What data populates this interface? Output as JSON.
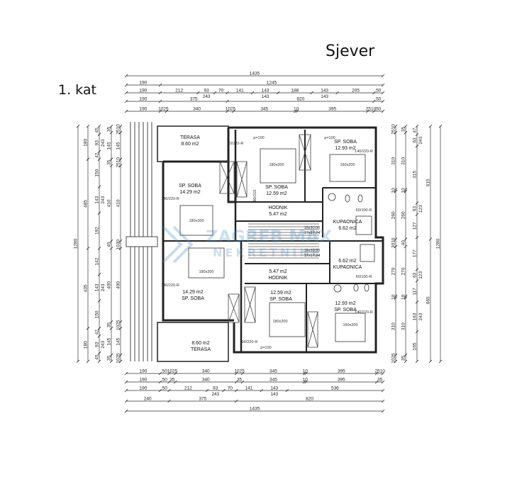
{
  "header": {
    "north_label": "Sjever",
    "floor_label": "1. kat"
  },
  "watermark": {
    "line1": "ZAGREB MAX",
    "line2": "NEKRETNINE"
  },
  "rooms": {
    "terasa_top": {
      "name": "TERASA",
      "area": "8.60 m2"
    },
    "soba_left_top": {
      "name": "SP. SOBA",
      "area": "14.29 m2",
      "bed": "180x200",
      "door": "90/220-R"
    },
    "soba_mid_top": {
      "name": "SP. SOBA",
      "area": "12.59 m2",
      "bed": "180x200",
      "door": "80/210"
    },
    "soba_right_top": {
      "name": "SP. SOBA",
      "area": "12.93 m2",
      "bed": "160x200",
      "door": "140/220-R"
    },
    "hodnik_top": {
      "name": "HODNIK",
      "area": "5.47 m2"
    },
    "kupaonica_top": {
      "name": "KUPAONICA",
      "area": "6.62 m2",
      "window": "60/100-R"
    },
    "stairs": {
      "line1": "16x30.00",
      "line2": "17x17.24"
    },
    "hodnik_bottom": {
      "name": "HODNIK",
      "area": "5.47 m2"
    },
    "kupaonica_bottom": {
      "name": "KUPAONICA",
      "area": "6.62 m2",
      "window": "60/100-R"
    },
    "soba_left_bottom": {
      "name": "SP. SOBA",
      "area": "14.29 m2",
      "bed": "180x200",
      "door": "140/220-R"
    },
    "soba_mid_bottom": {
      "name": "SP. SOBA",
      "area": "12.59 m2",
      "bed": "180x200"
    },
    "soba_right_bottom": {
      "name": "SP. SOBA",
      "area": "12.93 m2",
      "bed": "160x200",
      "door": "140/220-R"
    },
    "terasa_bottom": {
      "name": "TERASA",
      "area": "8.60 m2",
      "door": "90/220-R"
    },
    "parapet": "p=100"
  },
  "dimensions": {
    "top": [
      [
        {
          "v": 1435,
          "l": "1435"
        }
      ],
      [
        {
          "v": 190,
          "l": "190"
        },
        {
          "v": 1245,
          "l": "1245"
        }
      ],
      [
        {
          "v": 190,
          "l": "190"
        },
        {
          "v": 212,
          "l": "212"
        },
        {
          "v": 93,
          "l": "93",
          "s": "243"
        },
        {
          "v": 70,
          "l": "70"
        },
        {
          "v": 141,
          "l": "141"
        },
        {
          "v": 143,
          "l": "143",
          "s": "143"
        },
        {
          "v": 188,
          "l": "188"
        },
        {
          "v": 143,
          "l": "143",
          "s": "143"
        },
        {
          "v": 205,
          "l": "205"
        },
        {
          "v": 50,
          "l": "50"
        }
      ],
      [
        {
          "v": 190,
          "l": "190"
        },
        {
          "v": 375,
          "l": "375"
        },
        {
          "v": 820,
          "l": "820"
        },
        {
          "v": 50,
          "l": "50"
        }
      ],
      [
        {
          "v": 190,
          "l": "190"
        },
        {
          "v": 35,
          "l": "1025"
        },
        {
          "v": 340,
          "l": "340"
        },
        {
          "v": 35,
          "l": "1025"
        },
        {
          "v": 345,
          "l": "345"
        },
        {
          "v": 10,
          "l": "10"
        },
        {
          "v": 395,
          "l": "395"
        },
        {
          "v": 35,
          "l": "2510"
        },
        {
          "v": 50,
          "l": "50"
        }
      ]
    ],
    "bottom": [
      [
        {
          "v": 190,
          "l": "190"
        },
        {
          "v": 50,
          "l": "50"
        },
        {
          "v": 35,
          "l": "1025"
        },
        {
          "v": 340,
          "l": "340"
        },
        {
          "v": 35,
          "l": "1025"
        },
        {
          "v": 345,
          "l": "345"
        },
        {
          "v": 10,
          "l": "10"
        },
        {
          "v": 395,
          "l": "395"
        },
        {
          "v": 35,
          "l": "2510"
        }
      ],
      [
        {
          "v": 190,
          "l": "190"
        },
        {
          "v": 50,
          "l": "50"
        },
        {
          "v": 35,
          "l": "35"
        },
        {
          "v": 340,
          "l": "340"
        },
        {
          "v": 35,
          "l": "35"
        },
        {
          "v": 345,
          "l": "345"
        },
        {
          "v": 10,
          "l": "10"
        },
        {
          "v": 395,
          "l": "395"
        },
        {
          "v": 35,
          "l": "35"
        }
      ],
      [
        {
          "v": 190,
          "l": "190"
        },
        {
          "v": 50,
          "l": "50"
        },
        {
          "v": 212,
          "l": "212"
        },
        {
          "v": 93,
          "l": "93",
          "s": "243"
        },
        {
          "v": 70,
          "l": "70"
        },
        {
          "v": 141,
          "l": "141"
        },
        {
          "v": 143,
          "l": "143",
          "s": "143"
        },
        {
          "v": 536,
          "l": "536"
        }
      ],
      [
        {
          "v": 240,
          "l": "240"
        },
        {
          "v": 375,
          "l": "375"
        },
        {
          "v": 820,
          "l": "820"
        }
      ],
      [
        {
          "v": 1435,
          "l": "1435"
        }
      ]
    ],
    "left": [
      [
        {
          "v": 1280,
          "l": "1280"
        }
      ],
      [
        {
          "v": 180,
          "l": "180"
        },
        {
          "v": 485,
          "l": "485"
        },
        {
          "v": 435,
          "l": "435"
        },
        {
          "v": 180,
          "l": "180"
        }
      ],
      [
        {
          "v": 45,
          "l": "45"
        },
        {
          "v": 93,
          "l": "93",
          "s": "243"
        },
        {
          "v": 42,
          "l": "42"
        },
        {
          "v": 150,
          "l": "150"
        },
        {
          "v": 143,
          "l": "143",
          "s": "243"
        },
        {
          "v": 192,
          "l": "192"
        },
        {
          "v": 142,
          "l": "142"
        },
        {
          "v": 143,
          "l": "143",
          "s": "243"
        },
        {
          "v": 150,
          "l": "150"
        },
        {
          "v": 42,
          "l": "42"
        },
        {
          "v": 93,
          "l": "93",
          "s": "243"
        },
        {
          "v": 45,
          "l": "45"
        }
      ],
      [
        {
          "v": 35,
          "l": "35"
        },
        {
          "v": 145,
          "l": "145"
        },
        {
          "v": 35,
          "l": "35"
        },
        {
          "v": 410,
          "l": "410"
        },
        {
          "v": 40,
          "l": "40"
        },
        {
          "v": 400,
          "l": "400"
        },
        {
          "v": 35,
          "l": "35"
        },
        {
          "v": 145,
          "l": "145"
        },
        {
          "v": 35,
          "l": "35"
        }
      ],
      [
        {
          "v": 35,
          "l": "2510"
        },
        {
          "v": 145,
          "l": "145"
        },
        {
          "v": 35,
          "l": "2510"
        },
        {
          "v": 410,
          "l": "410"
        },
        {
          "v": 40,
          "l": "1030"
        },
        {
          "v": 400,
          "l": "400"
        },
        {
          "v": 35,
          "l": "1025"
        },
        {
          "v": 145,
          "l": "145"
        },
        {
          "v": 35,
          "l": "1025"
        }
      ]
    ],
    "right": [
      [
        {
          "v": 35,
          "l": "2510"
        },
        {
          "v": 310,
          "l": "310"
        },
        {
          "v": 10,
          "l": "10"
        },
        {
          "v": 260,
          "l": "260"
        },
        {
          "v": 40,
          "l": "3010"
        },
        {
          "v": 270,
          "l": "270"
        },
        {
          "v": 10,
          "l": "10"
        },
        {
          "v": 310,
          "l": "310"
        },
        {
          "v": 35,
          "l": "1025"
        }
      ],
      [
        {
          "v": 35,
          "l": "35"
        },
        {
          "v": 310,
          "l": "310"
        },
        {
          "v": 10,
          "l": "10"
        },
        {
          "v": 260,
          "l": "260"
        },
        {
          "v": 40,
          "l": "40"
        },
        {
          "v": 270,
          "l": "270"
        },
        {
          "v": 10,
          "l": "10"
        },
        {
          "v": 310,
          "l": "310"
        },
        {
          "v": 35,
          "l": "35"
        }
      ],
      [
        {
          "v": 47,
          "l": "47"
        },
        {
          "v": 63,
          "l": "63",
          "s": "243"
        },
        {
          "v": 315,
          "l": "315"
        },
        {
          "v": 63,
          "l": "63",
          "s": "123"
        },
        {
          "v": 127,
          "l": "127"
        },
        {
          "v": 177,
          "l": "177"
        },
        {
          "v": 63,
          "l": "63",
          "s": "123"
        },
        {
          "v": 117,
          "l": "117"
        },
        {
          "v": 163,
          "l": "163",
          "s": "243"
        },
        {
          "v": 165,
          "l": "165"
        }
      ],
      [
        {
          "v": 615,
          "l": "615"
        },
        {
          "v": 665,
          "l": "665"
        }
      ],
      [
        {
          "v": 1280,
          "l": "1280"
        }
      ]
    ]
  }
}
